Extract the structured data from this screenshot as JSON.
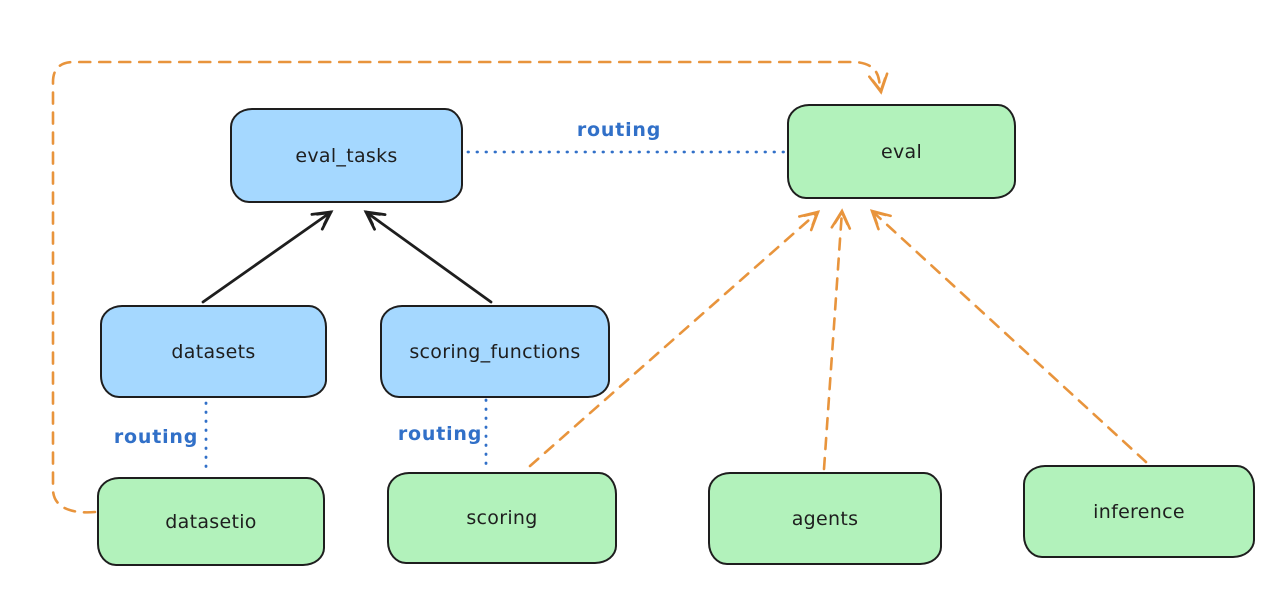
{
  "diagram": {
    "kind": "architecture-diagram",
    "colors": {
      "node_blue_fill": "#a5d8ff",
      "node_green_fill": "#b2f2bb",
      "node_stroke": "#1e1e1e",
      "routing_blue": "#3170c8",
      "provider_orange": "#e8943c",
      "background": "#ffffff"
    },
    "nodes": {
      "eval_tasks": {
        "label": "eval_tasks",
        "color": "blue"
      },
      "eval": {
        "label": "eval",
        "color": "green"
      },
      "datasets": {
        "label": "datasets",
        "color": "blue"
      },
      "scoring_functions": {
        "label": "scoring_functions",
        "color": "blue"
      },
      "datasetio": {
        "label": "datasetio",
        "color": "green"
      },
      "scoring": {
        "label": "scoring",
        "color": "green"
      },
      "agents": {
        "label": "agents",
        "color": "green"
      },
      "inference": {
        "label": "inference",
        "color": "green"
      }
    },
    "edges": [
      {
        "from": "datasets",
        "to": "eval_tasks",
        "style": "solid-black-arrow",
        "label": ""
      },
      {
        "from": "scoring_functions",
        "to": "eval_tasks",
        "style": "solid-black-arrow",
        "label": ""
      },
      {
        "from": "eval_tasks",
        "to": "eval",
        "style": "dotted-blue",
        "label": "routing"
      },
      {
        "from": "datasets",
        "to": "datasetio",
        "style": "dotted-blue",
        "label": "routing"
      },
      {
        "from": "scoring_functions",
        "to": "scoring",
        "style": "dotted-blue",
        "label": "routing"
      },
      {
        "from": "datasetio",
        "to": "eval",
        "style": "dashed-orange-arrow",
        "label": ""
      },
      {
        "from": "scoring",
        "to": "eval",
        "style": "dashed-orange-arrow",
        "label": ""
      },
      {
        "from": "agents",
        "to": "eval",
        "style": "dashed-orange-arrow",
        "label": ""
      },
      {
        "from": "inference",
        "to": "eval",
        "style": "dashed-orange-arrow",
        "label": ""
      }
    ]
  }
}
